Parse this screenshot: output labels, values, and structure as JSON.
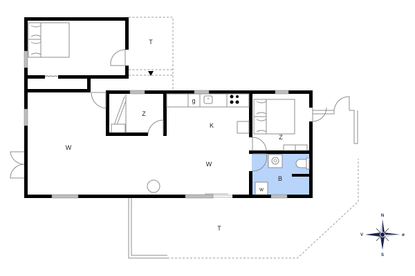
{
  "floorplan": {
    "rooms": [
      {
        "id": "terrace-north",
        "label": "T"
      },
      {
        "id": "bedroom-annex",
        "label": ""
      },
      {
        "id": "bedroom-small",
        "label": "Z"
      },
      {
        "id": "kitchen",
        "label": "K"
      },
      {
        "id": "kitchen-fridge",
        "label": "g"
      },
      {
        "id": "living-west",
        "label": "W"
      },
      {
        "id": "living-center",
        "label": "W"
      },
      {
        "id": "bedroom-east",
        "label": "Z"
      },
      {
        "id": "bathroom",
        "label": "B"
      },
      {
        "id": "washer",
        "label": "w"
      },
      {
        "id": "terrace-south",
        "label": "T"
      }
    ],
    "colors": {
      "wall": "#000000",
      "window": "#bdbdbd",
      "bathroom_fill": "#b8d4fb",
      "compass": "#1e2350"
    }
  },
  "compass": {
    "north": "N",
    "south": "S",
    "east": "ø",
    "west": "V"
  }
}
